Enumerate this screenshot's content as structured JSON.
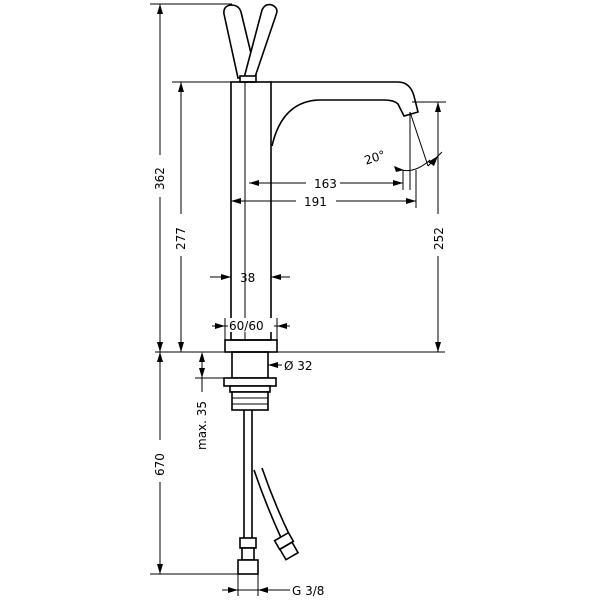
{
  "dimensions": {
    "total_height": "362",
    "spout_height": "277",
    "outlet_clearance": "252",
    "reach_163": "163",
    "reach_191": "191",
    "spout_angle": "20°",
    "body_width": "38",
    "base_size": "60/60",
    "hole_diameter": "Ø 32",
    "max_thickness": "max. 35",
    "hose_length": "670",
    "connection": "G 3/8"
  }
}
